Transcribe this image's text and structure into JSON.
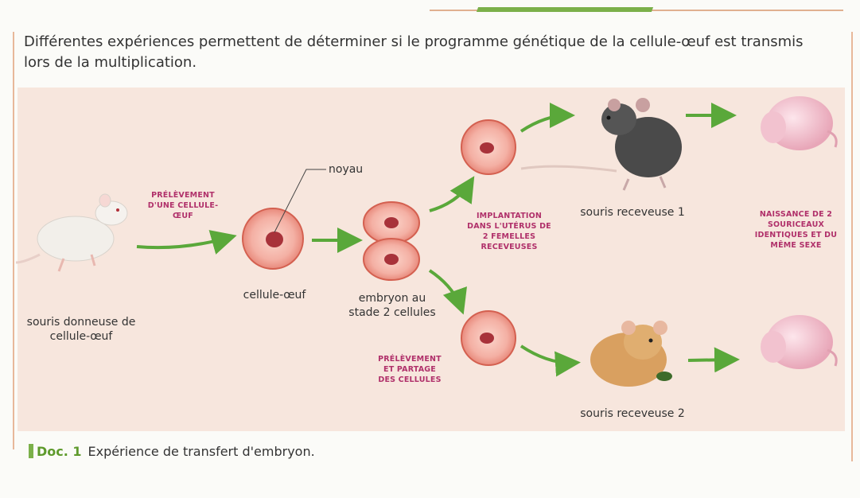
{
  "intro_text": "Différentes expériences permettent de déterminer si le programme génétique de la cellule-œuf est transmis lors de la multiplication.",
  "labels": {
    "donor": "souris donneuse de cellule-œuf",
    "zygote": "cellule-œuf",
    "nucleus": "noyau",
    "embryo": "embryon au stade 2 cellules",
    "recipient1": "souris receveuse 1",
    "recipient2": "souris receveuse 2"
  },
  "steps": {
    "extraction": "PRÉLÈVEMENT D'UNE CELLULE-ŒUF",
    "split": "PRÉLÈVEMENT ET PARTAGE DES CELLULES",
    "implant": "IMPLANTATION DANS L'UTÉRUS DE 2 FEMELLES RECEVEUSES",
    "birth": "NAISSANCE DE 2 SOURICEAUX IDENTIQUES ET DU MÊME SEXE"
  },
  "caption": {
    "doc": "Doc. 1",
    "text": "Expérience de transfert d'embryon."
  },
  "colors": {
    "arrow": "#5aa83a",
    "cell": "#f4b4a8",
    "cell_edge": "#d46050",
    "nucleus": "#a8323a",
    "step_text": "#b0306a",
    "accent": "#7bb04a"
  }
}
